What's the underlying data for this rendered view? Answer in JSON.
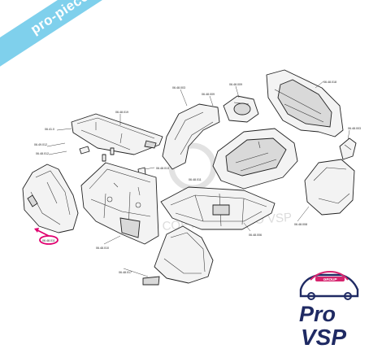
{
  "banner": {
    "text": "pro-piece-vsp.com"
  },
  "watermark": {
    "text": "COPYRIGHT PRO VSP"
  },
  "logo": {
    "brand_pro": "Pro",
    "brand_vsp": "VSP",
    "group_label": "GROUP",
    "color_dark": "#1f2a63",
    "color_accent": "#d6246e"
  },
  "highlight": {
    "color": "#e0006f"
  },
  "references": [
    {
      "id": "ref-top-windscreen",
      "text": "06.48.019"
    },
    {
      "id": "ref-top-left",
      "text": "06.41.0"
    },
    {
      "id": "ref-left-1",
      "text": "06.49.012"
    },
    {
      "id": "ref-left-2",
      "text": "06.48.012"
    },
    {
      "id": "ref-arch-left",
      "text": "06.48.003"
    },
    {
      "id": "ref-arch-top",
      "text": "06.48.009"
    },
    {
      "id": "ref-headlamp",
      "text": "06.48.009"
    },
    {
      "id": "ref-rear-panel",
      "text": "06.48.018"
    },
    {
      "id": "ref-mid-1",
      "text": "06.48.013"
    },
    {
      "id": "ref-mid-2",
      "text": "06.48.011"
    },
    {
      "id": "ref-right-light",
      "text": "06.48.003"
    },
    {
      "id": "ref-floor",
      "text": "06.48.006"
    },
    {
      "id": "ref-right-arch",
      "text": "06.48.008"
    },
    {
      "id": "ref-highlighted",
      "text": "06.48.011"
    },
    {
      "id": "ref-front-bulkhead",
      "text": "06.48.010"
    },
    {
      "id": "ref-bottom",
      "text": "06.48.017"
    }
  ]
}
